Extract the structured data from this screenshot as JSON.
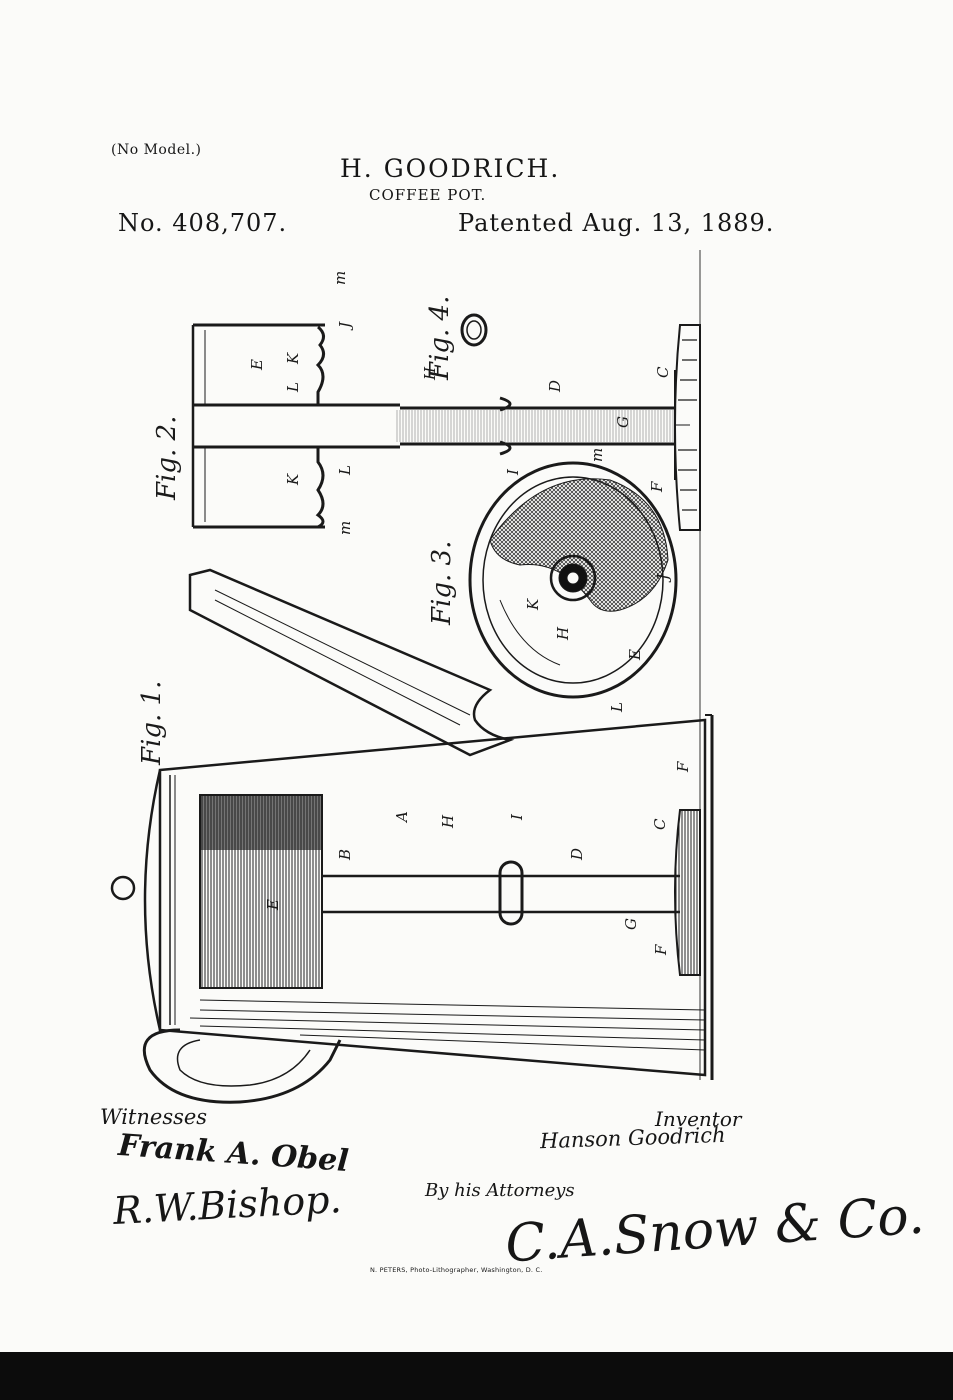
{
  "header": {
    "no_model": "(No Model.)",
    "inventor_name": "H. GOODRICH.",
    "subject": "COFFEE POT.",
    "patent_number": "No. 408,707.",
    "patent_date": "Patented Aug. 13, 1889."
  },
  "figures": {
    "fig1": "Fig. 1.",
    "fig2": "Fig. 2.",
    "fig3": "Fig. 3.",
    "fig4": "Fig. 4."
  },
  "part_labels": {
    "A": "A",
    "B": "B",
    "C": "C",
    "D": "D",
    "E": "E",
    "F": "F",
    "G": "G",
    "H": "H",
    "I": "I",
    "J": "J",
    "K": "K",
    "L": "L",
    "m": "m"
  },
  "signatures": {
    "witnesses_label": "Witnesses",
    "witness_1": "Frank A. Obel",
    "witness_2": "R.W.Bishop.",
    "inventor_label": "Inventor",
    "inventor_signature": "Hanson Goodrich",
    "by_line": "By his Attorneys",
    "attorney_signature": "C.A.Snow & Co."
  },
  "footer": {
    "printer": "N. PETERS, Photo-Lithographer, Washington, D. C."
  }
}
